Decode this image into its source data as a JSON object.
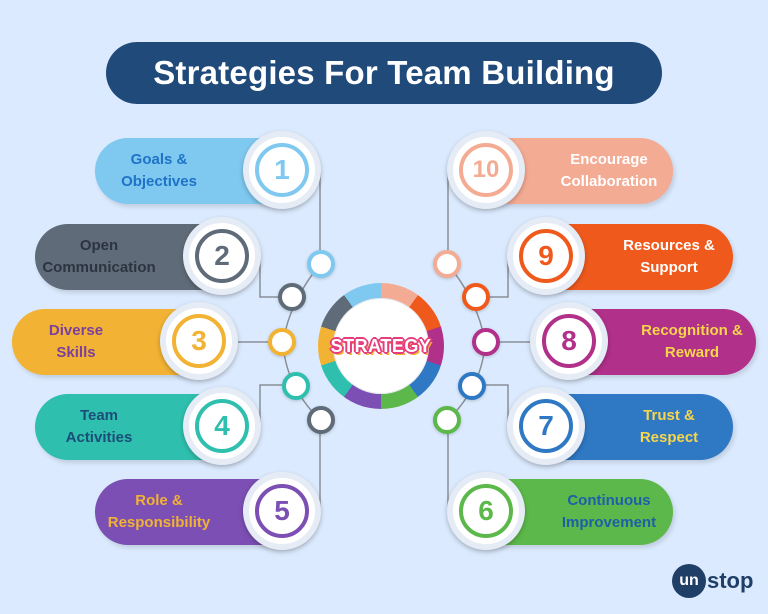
{
  "title": "Strategies For Team Building",
  "center_label": "STRATEGY",
  "brand": {
    "mark": "un",
    "rest": "stop"
  },
  "strategies": [
    {
      "number": "1",
      "label": "Goals &\nObjectives",
      "pill_color": "#7fc8f0",
      "ring_color": "#7fc8f0",
      "text_color": "#1e73c8"
    },
    {
      "number": "2",
      "label": "Open\nCommunication",
      "pill_color": "#5f6b78",
      "ring_color": "#5f6b78",
      "text_color": "#2b3440"
    },
    {
      "number": "3",
      "label": "Diverse\nSkills",
      "pill_color": "#f2b233",
      "ring_color": "#f2b233",
      "text_color": "#7b3fa0"
    },
    {
      "number": "4",
      "label": "Team\nActivities",
      "pill_color": "#2fbfae",
      "ring_color": "#2fbfae",
      "text_color": "#1a4e78"
    },
    {
      "number": "5",
      "label": "Role &\nResponsibility",
      "pill_color": "#7b4fb3",
      "ring_color": "#7b4fb3",
      "text_color": "#f2b233"
    },
    {
      "number": "6",
      "label": "Continuous\nImprovement",
      "pill_color": "#5cb84a",
      "ring_color": "#5cb84a",
      "text_color": "#1f5fa8"
    },
    {
      "number": "7",
      "label": "Trust &\nRespect",
      "pill_color": "#2f78c4",
      "ring_color": "#2f78c4",
      "text_color": "#f7d64a"
    },
    {
      "number": "8",
      "label": "Recognition &\nReward",
      "pill_color": "#b0308a",
      "ring_color": "#b0308a",
      "text_color": "#f7d64a"
    },
    {
      "number": "9",
      "label": "Resources &\nSupport",
      "pill_color": "#ef5a1c",
      "ring_color": "#ef5a1c",
      "text_color": "#ffffff"
    },
    {
      "number": "10",
      "label": "Encourage\nCollaboration",
      "pill_color": "#f4ab93",
      "ring_color": "#f4ab93",
      "text_color": "#ffffff"
    }
  ]
}
